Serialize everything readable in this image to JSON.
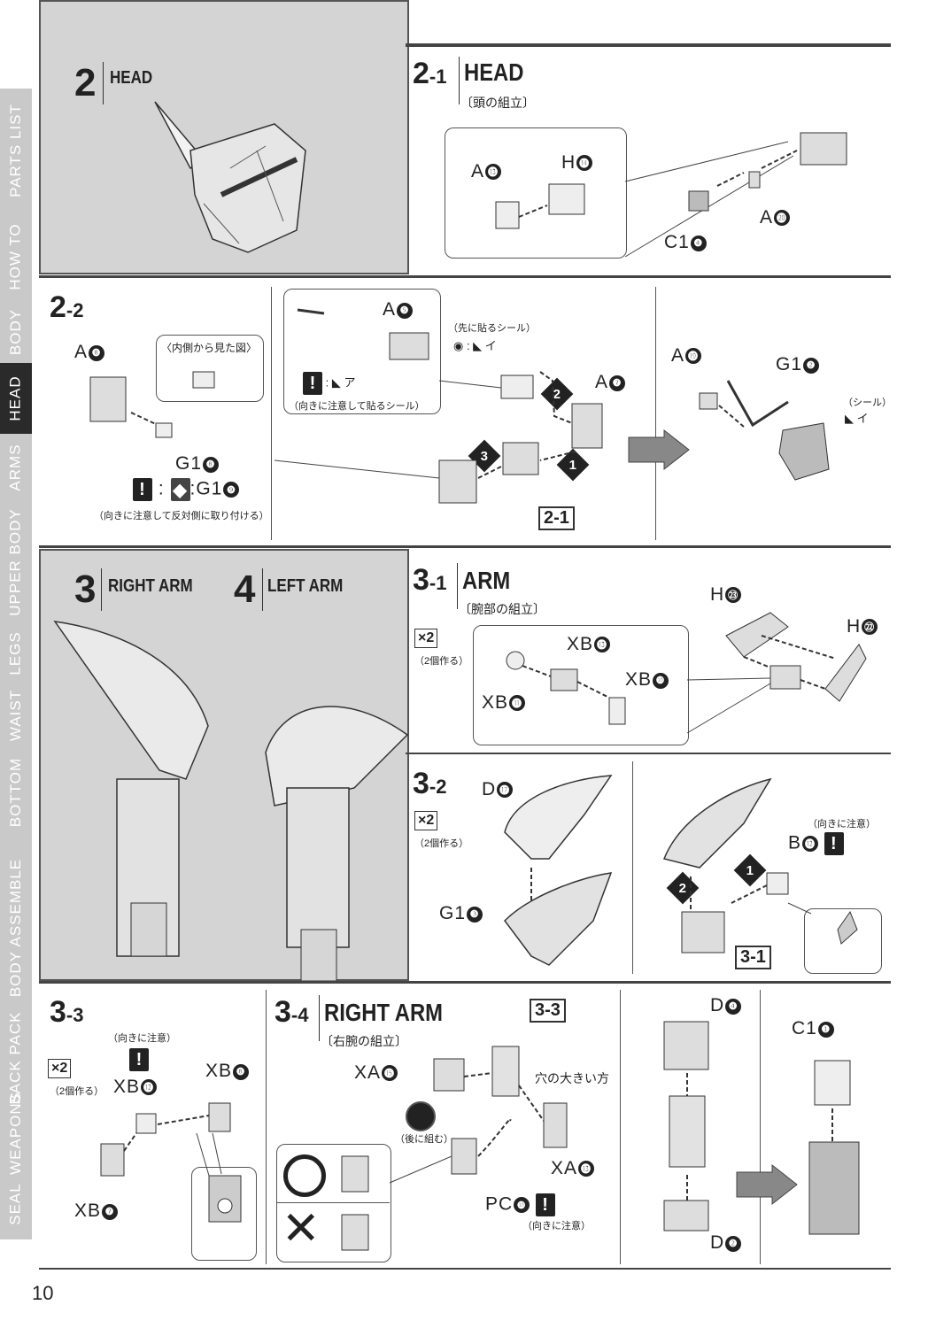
{
  "sidebar": {
    "tabs": [
      "SEAL",
      "WEAPONS",
      "BACK PACK",
      "BODY ASSEMBLE",
      "BOTTOM",
      "WAIST",
      "LEGS",
      "UPPER BODY",
      "ARMS",
      "HEAD",
      "BODY",
      "HOW TO",
      "PARTS LIST"
    ],
    "active": "HEAD"
  },
  "page_number": "10",
  "sec2": {
    "num": "2",
    "title": "HEAD"
  },
  "step2_1": {
    "num": "2",
    "sub": "-1",
    "title": "HEAD",
    "jp": "〔頭の組立〕",
    "parts": {
      "a13": "A",
      "a13n": "⓭",
      "h14": "H",
      "h14n": "⓮",
      "c14": "C1",
      "c14n": "❹",
      "a20": "A",
      "a20n": "⓴"
    }
  },
  "step2_2": {
    "num": "2",
    "sub": "-2",
    "inside_view": "〈内側から見た図〉",
    "a8": "A",
    "a8n": "❽",
    "g18": "G1",
    "g18n": "❽",
    "g19": ":G1",
    "g19n": "❾",
    "note_g": "（向きに注意して反対側に取り付ける）",
    "a5": "A",
    "a5n": "❺",
    "seal_first": "（先に貼るシール）",
    "seal_i": "イ",
    "seal_a": "ア",
    "seal_note": "（向きに注意して貼るシール）",
    "a7": "A",
    "a7n": "❼",
    "ref": "2-1",
    "a19": "A",
    "a19n": "⓳",
    "g12": "G1",
    "g12n": "❷",
    "seal": "（シール）",
    "seal_i2": "イ"
  },
  "sec3": {
    "num": "3",
    "title": "RIGHT ARM"
  },
  "sec4": {
    "num": "4",
    "title": "LEFT ARM"
  },
  "step3_1": {
    "num": "3",
    "sub": "-1",
    "title": "ARM",
    "jp": "〔腕部の組立〕",
    "x2": "×2",
    "x2_jp": "（2個作る）",
    "xb13": "XB",
    "xb13n": "⓭",
    "xb10": "XB",
    "xb10n": "❿",
    "xb11": "XB",
    "xb11n": "⓫",
    "h23": "H",
    "h23n": "㉓",
    "h22": "H",
    "h22n": "㉒"
  },
  "step3_2": {
    "num": "3",
    "sub": "-2",
    "x2": "×2",
    "x2_jp": "（2個作る）",
    "d17": "D",
    "d17n": "⓱",
    "g13": "G1",
    "g13n": "❸",
    "caution": "（向きに注意）",
    "b12": "B",
    "b12n": "⓬",
    "ref": "3-1"
  },
  "step3_3": {
    "num": "3",
    "sub": "-3",
    "x2": "×2",
    "x2_jp": "（2個作る）",
    "caution": "（向きに注意）",
    "xb12": "XB",
    "xb12n": "⓬",
    "xb8": "XB",
    "xb8n": "❽",
    "xb7": "XB",
    "xb7n": "❼"
  },
  "step3_4": {
    "num": "3",
    "sub": "-4",
    "title": "RIGHT ARM",
    "jp": "〔右腕の組立〕",
    "ref": "3-3",
    "xa15": "XA",
    "xa15n": "⓯",
    "big_hole": "穴の大きい方",
    "later": "（後に組む）",
    "xa13": "XA",
    "xa13n": "⓭",
    "pc10": "PC",
    "pc10n": "❿",
    "caution": "（向きに注意）",
    "d4": "D",
    "d4n": "❹",
    "d2": "D",
    "d2n": "❷",
    "c11": "C1",
    "c11n": "❶"
  }
}
